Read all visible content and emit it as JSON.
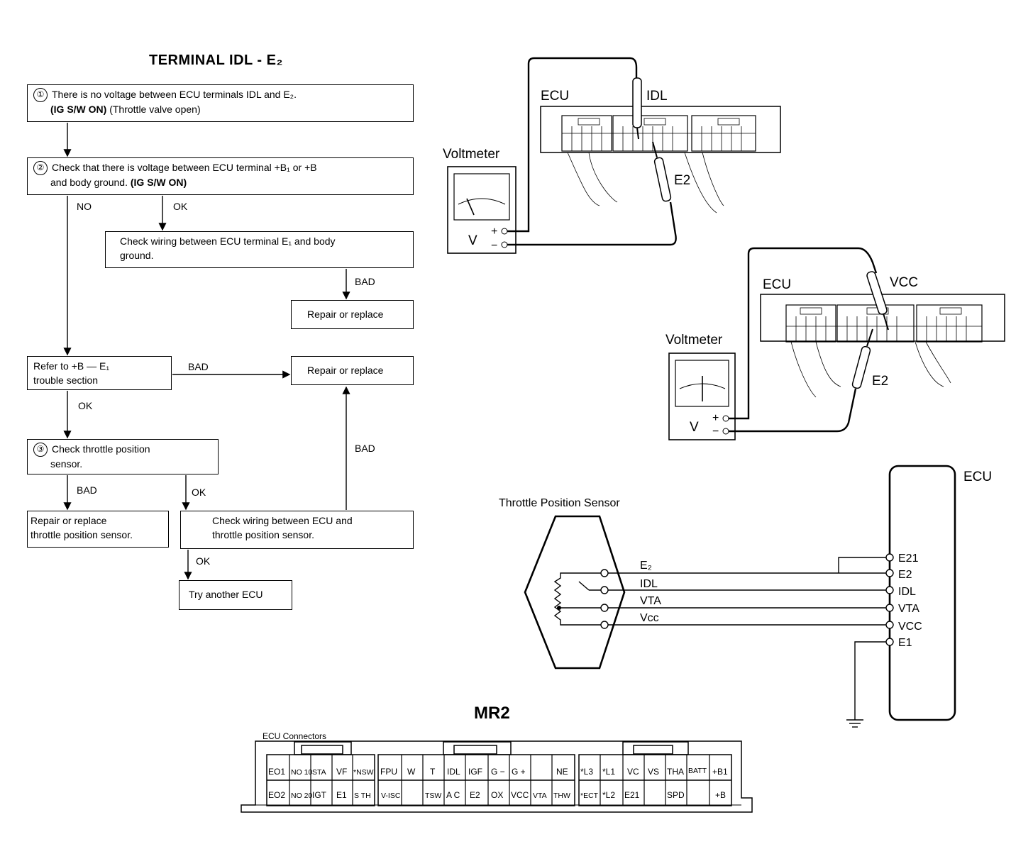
{
  "flowchart": {
    "title": "TERMINAL IDL - E₂",
    "step1": {
      "num": "①",
      "line1": "There is no voltage between ECU terminals IDL and E₂.",
      "line2_bold": "(IG S/W ON)",
      "line2": " (Throttle valve open)"
    },
    "step2": {
      "num": "②",
      "line1": "Check that there is voltage between ECU terminal +B₁ or +B",
      "line2": "and body ground. ",
      "line2_bold": "(IG S/W ON)"
    },
    "check_e1": {
      "line1": "Check wiring between ECU terminal E₁ and body",
      "line2": "ground."
    },
    "repair1": "Repair or replace",
    "refer": {
      "line1": "Refer to +B — E₁",
      "line2": "trouble section"
    },
    "repair2": "Repair or replace",
    "step3": {
      "num": "③",
      "line1": "Check throttle position",
      "line2": "sensor."
    },
    "repair_tps": {
      "line1": "Repair or replace",
      "line2": "throttle position sensor."
    },
    "check_wiring": {
      "line1": "Check wiring between ECU and",
      "line2": "throttle position sensor."
    },
    "try_ecu": "Try another ECU",
    "labels": {
      "no": "NO",
      "ok": "OK",
      "bad": "BAD"
    }
  },
  "meter1": {
    "ecu": "ECU",
    "probe": "IDL",
    "ground": "E2",
    "voltmeter": "Voltmeter",
    "v": "V",
    "plus": "+",
    "minus": "−"
  },
  "meter2": {
    "ecu": "ECU",
    "probe": "VCC",
    "ground": "E2",
    "voltmeter": "Voltmeter",
    "v": "V",
    "plus": "+",
    "minus": "−"
  },
  "circuit": {
    "sensor_title": "Throttle Position Sensor",
    "ecu_title": "ECU",
    "wires": [
      "E₂",
      "IDL",
      "VTA",
      "Vcc"
    ],
    "ecu_pins": [
      "E21",
      "E2",
      "IDL",
      "VTA",
      "VCC",
      "E1"
    ]
  },
  "connector": {
    "model": "MR2",
    "title": "ECU Connectors",
    "block1_top": [
      "EO1",
      "NO 10",
      "STA",
      "VF",
      "*NSW"
    ],
    "block1_bot": [
      "EO2",
      "NO 20",
      "IGT",
      "E1",
      "S TH"
    ],
    "block2_top": [
      "FPU",
      "W",
      "T",
      "IDL",
      "IGF",
      "G −",
      "G +",
      "",
      "NE"
    ],
    "block2_bot": [
      "V-ISC",
      "",
      "TSW",
      "A C",
      "E2",
      "OX",
      "VCC",
      "VTA",
      "THW"
    ],
    "block3_top": [
      "*L3",
      "*L1",
      "VC",
      "VS",
      "THA",
      "BATT",
      "+B1"
    ],
    "block3_bot": [
      "*ECT",
      "*L2",
      "E21",
      "",
      "SPD",
      "",
      "+B"
    ]
  }
}
